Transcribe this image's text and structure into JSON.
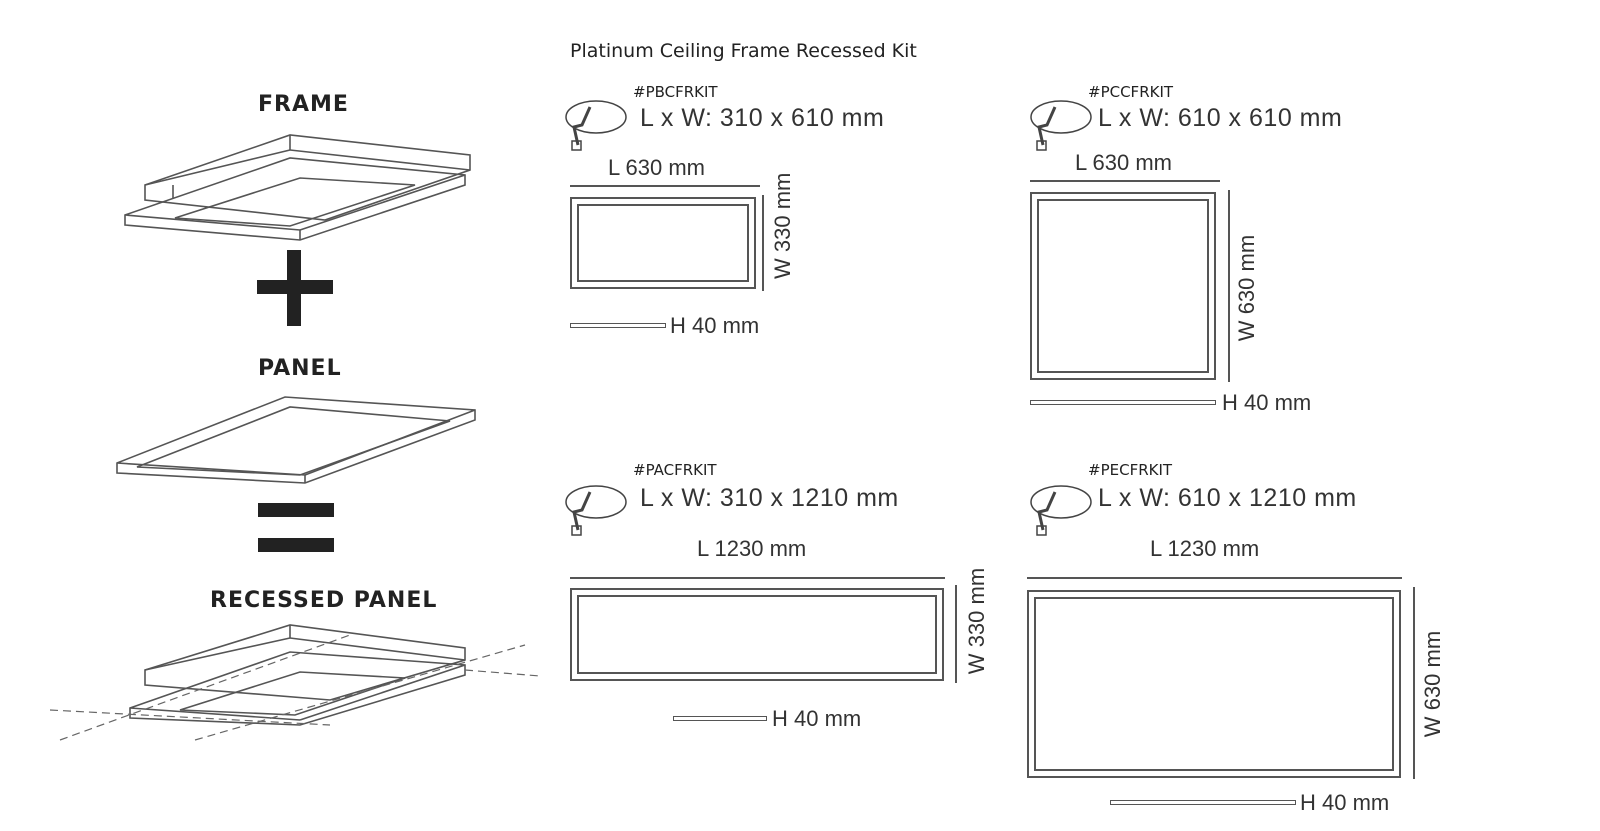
{
  "title": "Platinum Ceiling Frame Recessed Kit",
  "left_labels": {
    "frame": "FRAME",
    "panel": "PANEL",
    "recessed": "RECESSED PANEL"
  },
  "icons": {
    "operator_plus": "plus-icon",
    "operator_equals": "equals-icon",
    "lamp": "ceiling-lamp-icon"
  },
  "kits": [
    {
      "code": "#PBCFRKIT",
      "size": "L x W: 310 x 610 mm",
      "length": "L 630 mm",
      "width": "W 330 mm",
      "height": "H 40 mm"
    },
    {
      "code": "#PCCFRKIT",
      "size": "L x W: 610 x 610 mm",
      "length": "L 630 mm",
      "width": "W 630 mm",
      "height": "H 40 mm"
    },
    {
      "code": "#PACFRKIT",
      "size": "L x W: 310 x 1210 mm",
      "length": "L 1230 mm",
      "width": "W 330 mm",
      "height": "H 40 mm"
    },
    {
      "code": "#PECFRKIT",
      "size": "L x W: 610 x 1210 mm",
      "length": "L 1230 mm",
      "width": "W 630 mm",
      "height": "H 40 mm"
    }
  ]
}
